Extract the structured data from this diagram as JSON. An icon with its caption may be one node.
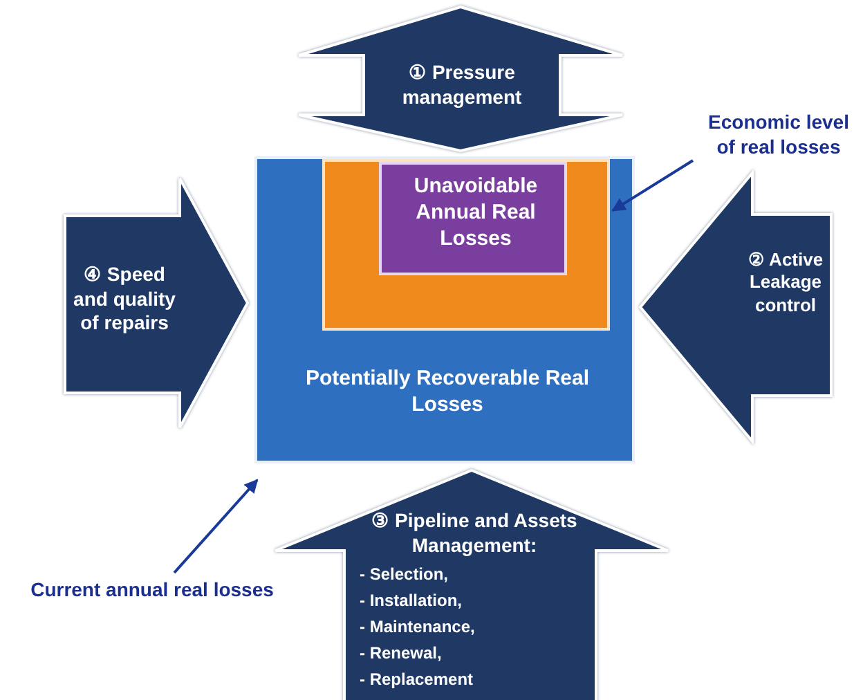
{
  "diagram": {
    "nodes": [
      {
        "text": [
          "① Pressure management"
        ]
      },
      {
        "text": [
          "Potentially Recoverable Real Losses"
        ]
      },
      {
        "text": [],
        "shape": "box",
        "in": 1
      },
      {
        "text": [
          "Unavoidable Annual Real Losses"
        ],
        "in": 2
      },
      {
        "text": [
          "Economic level of real losses"
        ]
      },
      {
        "text": [
          "④ Speed and quality of repairs"
        ]
      },
      {
        "text": [
          "② Active Leakage control"
        ]
      },
      {
        "text": [
          "③ Pipeline and Assets Management:",
          "- Selection,",
          "- Installation,",
          "- Maintenance,",
          "- Renewal,",
          "- Replacement"
        ]
      },
      {
        "text": [
          "Current annual real losses"
        ]
      }
    ],
    "edges": [
      {
        "from": 4,
        "to": 2,
        "arrow": "to"
      },
      {
        "from": 8,
        "to": 1,
        "arrow": "to"
      }
    ]
  }
}
